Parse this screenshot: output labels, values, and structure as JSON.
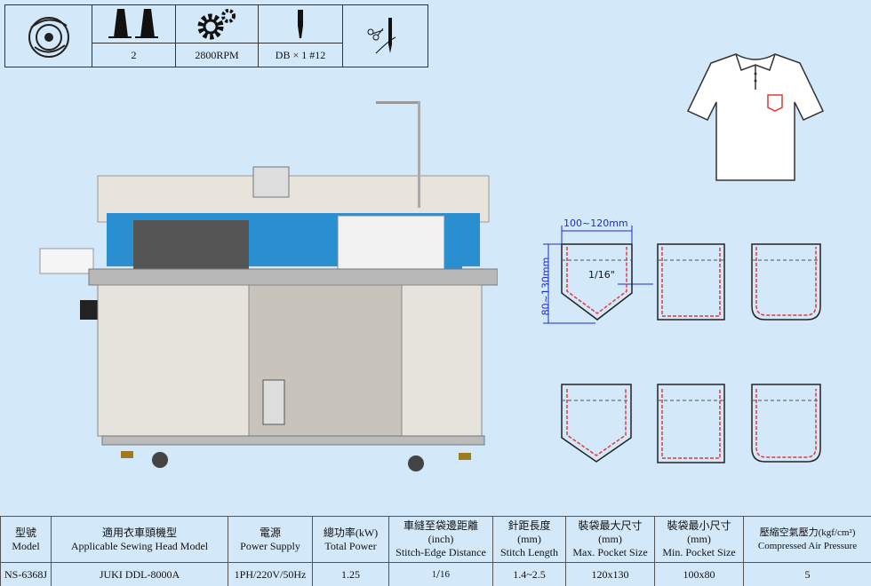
{
  "features": {
    "thread_count": "2",
    "speed": "2800RPM",
    "needle": "DB × 1 #12",
    "icons": [
      "rotary-hook-icon",
      "thread-cones-icon",
      "gears-icon",
      "needle-icon",
      "thread-trimmer-icon"
    ]
  },
  "pocket_diagram": {
    "width_label": "100~120mm",
    "height_label": "80~130mm",
    "edge_label": "1/16\""
  },
  "spec_table": {
    "headers": [
      {
        "zh": "型號",
        "en": "Model"
      },
      {
        "zh": "適用衣車頭機型",
        "en": "Applicable Sewing  Head Model"
      },
      {
        "zh": "電源",
        "en": "Power Supply"
      },
      {
        "zh": "總功率(kW)",
        "en": "Total Power"
      },
      {
        "zh": "車縫至袋邊距離",
        "unit": "(inch)",
        "en": "Stitch-Edge Distance"
      },
      {
        "zh": "針距長度",
        "unit": "(mm)",
        "en": "Stitch Length"
      },
      {
        "zh": "裝袋最大尺寸",
        "unit": "(mm)",
        "en": "Max. Pocket Size"
      },
      {
        "zh": "裝袋最小尺寸",
        "unit": "(mm)",
        "en": "Min. Pocket Size"
      },
      {
        "zh": "壓縮空氣壓力(kgf/cm²)",
        "en": "Compressed Air Pressure"
      }
    ],
    "row": {
      "model": "NS-6368J",
      "head": "JUKI DDL-8000A",
      "power_supply": "1PH/220V/50Hz",
      "total_power": "1.25",
      "stitch_edge_num": "1",
      "stitch_edge_den": "16",
      "stitch_length": "1.4~2.5",
      "max_pocket": "120x130",
      "min_pocket": "100x80",
      "air_pressure": "5"
    }
  },
  "colors": {
    "background": "#d3e8f8",
    "dimension": "#1a2fd0",
    "stitch": "#e03a3a",
    "machine_blue": "#2a8fd0"
  }
}
